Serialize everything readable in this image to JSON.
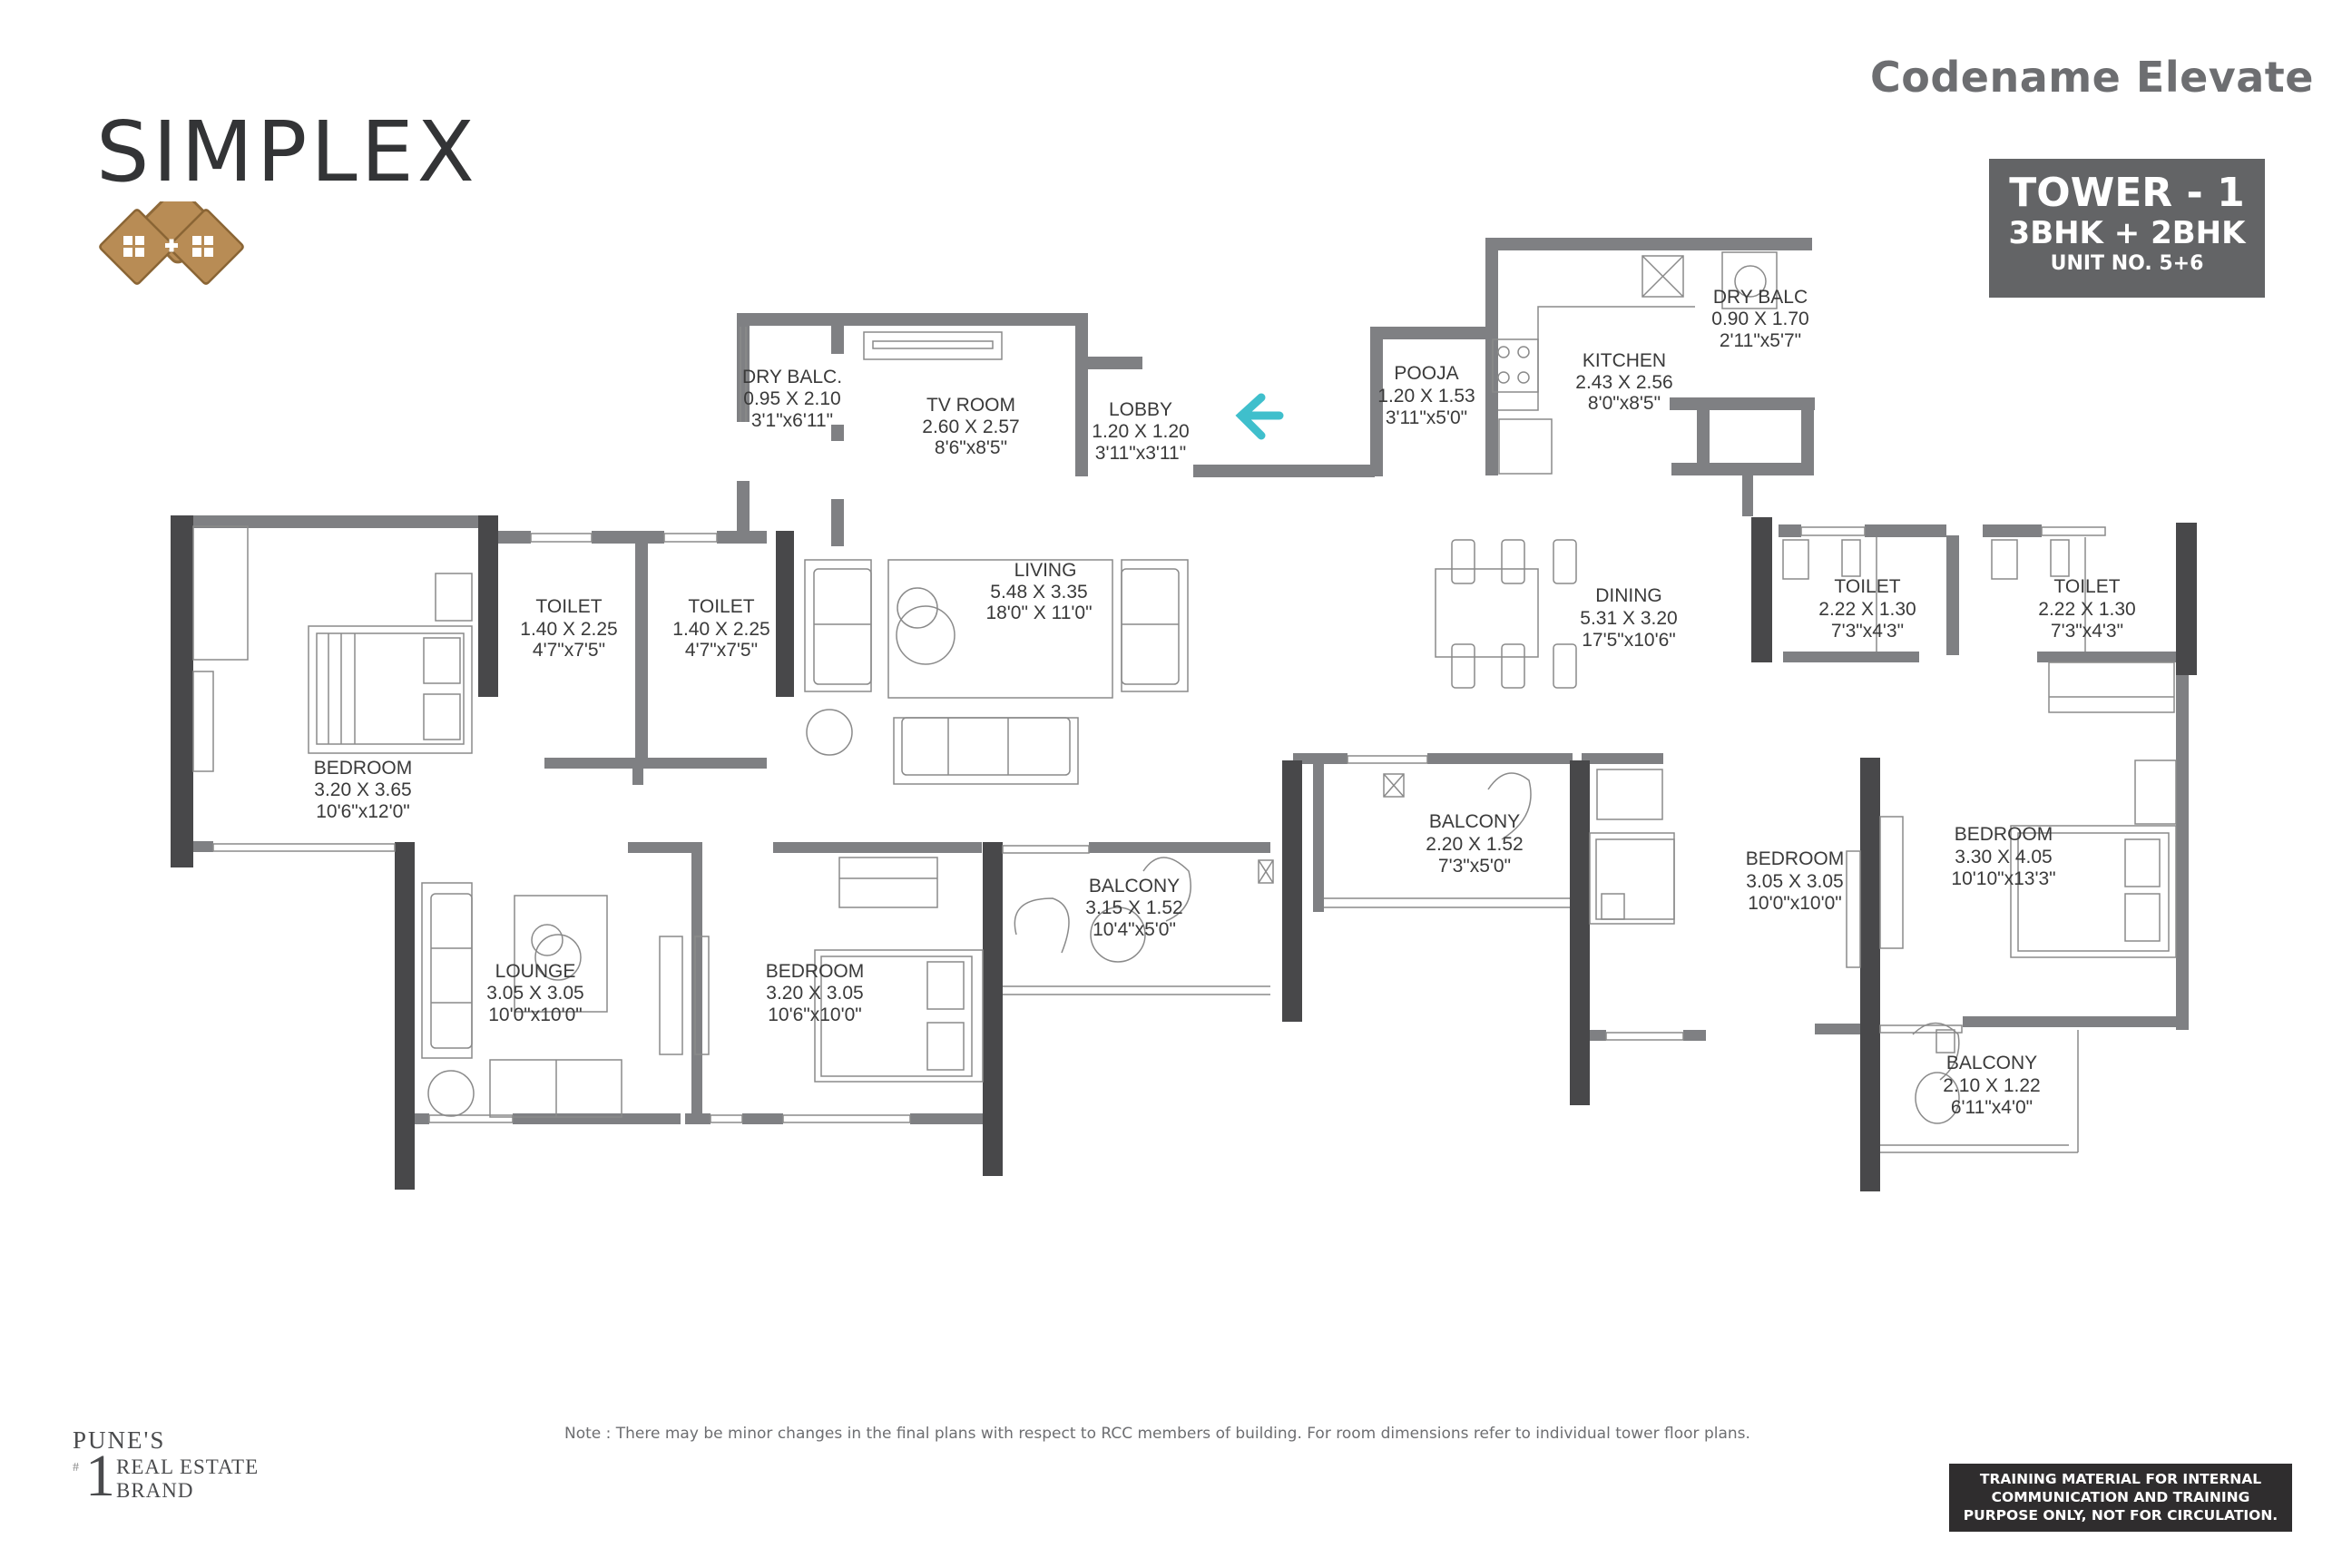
{
  "header": {
    "layout_type": "SIMPLEX",
    "logo_icon": "twin-house-diamond-icon",
    "logo_color": "#b88c55",
    "project_name": "Codename Elevate"
  },
  "badge": {
    "tower": "TOWER - 1",
    "configuration": "3BHK + 2BHK",
    "unit": "UNIT NO. 5+6",
    "bg_color": "#636466"
  },
  "entry_arrow": {
    "icon": "arrow-left-icon",
    "color": "#3fbfcc"
  },
  "rooms": [
    {
      "name": "DRY BALC.",
      "metric": "0.95 X 2.10",
      "imperial": "3'1\"x6'11\""
    },
    {
      "name": "TV ROOM",
      "metric": "2.60 X 2.57",
      "imperial": "8'6\"x8'5\""
    },
    {
      "name": "LOBBY",
      "metric": "1.20 X 1.20",
      "imperial": "3'11\"x3'11\""
    },
    {
      "name": "POOJA",
      "metric": "1.20 X 1.53",
      "imperial": "3'11\"x5'0\""
    },
    {
      "name": "KITCHEN",
      "metric": "2.43 X 2.56",
      "imperial": "8'0\"x8'5\""
    },
    {
      "name": "DRY BALC",
      "metric": "0.90 X 1.70",
      "imperial": "2'11\"x5'7\""
    },
    {
      "name": "TOILET",
      "metric": "1.40 X 2.25",
      "imperial": "4'7\"x7'5\""
    },
    {
      "name": "TOILET",
      "metric": "1.40 X 2.25",
      "imperial": "4'7\"x7'5\""
    },
    {
      "name": "LIVING",
      "metric": "5.48 X 3.35",
      "imperial": "18'0\" X 11'0\""
    },
    {
      "name": "DINING",
      "metric": "5.31 X 3.20",
      "imperial": "17'5\"x10'6\""
    },
    {
      "name": "TOILET",
      "metric": "2.22 X 1.30",
      "imperial": "7'3\"x4'3\""
    },
    {
      "name": "TOILET",
      "metric": "2.22 X 1.30",
      "imperial": "7'3\"x4'3\""
    },
    {
      "name": "BEDROOM",
      "metric": "3.20 X 3.65",
      "imperial": "10'6\"x12'0\""
    },
    {
      "name": "BALCONY",
      "metric": "2.20 X 1.52",
      "imperial": "7'3\"x5'0\""
    },
    {
      "name": "BEDROOM",
      "metric": "3.05 X 3.05",
      "imperial": "10'0\"x10'0\""
    },
    {
      "name": "BEDROOM",
      "metric": "3.30 X 4.05",
      "imperial": "10'10\"x13'3\""
    },
    {
      "name": "BALCONY",
      "metric": "3.15 X 1.52",
      "imperial": "10'4\"x5'0\""
    },
    {
      "name": "LOUNGE",
      "metric": "3.05 X 3.05",
      "imperial": "10'0\"x10'0\""
    },
    {
      "name": "BEDROOM",
      "metric": "3.20 X 3.05",
      "imperial": "10'6\"x10'0\""
    },
    {
      "name": "BALCONY",
      "metric": "2.10 X 1.22",
      "imperial": "6'11\"x4'0\""
    }
  ],
  "footer": {
    "note": "Note : There may be minor changes in the final plans with respect to RCC members of building. For room dimensions refer to individual tower floor plans.",
    "brand_line1": "PUNE'S",
    "brand_hash": "#",
    "brand_number": "1",
    "brand_line2": "REAL ESTATE",
    "brand_line3": "BRAND",
    "disclaimer_line1": "TRAINING MATERIAL FOR INTERNAL",
    "disclaimer_line2": "COMMUNICATION AND TRAINING",
    "disclaimer_line3": "PURPOSE ONLY, NOT FOR CIRCULATION.",
    "disclaimer_bg": "#2f2d2e"
  },
  "colors": {
    "wall_light": "#7f8083",
    "wall_dark": "#48484a",
    "furniture_line": "#8a8a8a"
  }
}
